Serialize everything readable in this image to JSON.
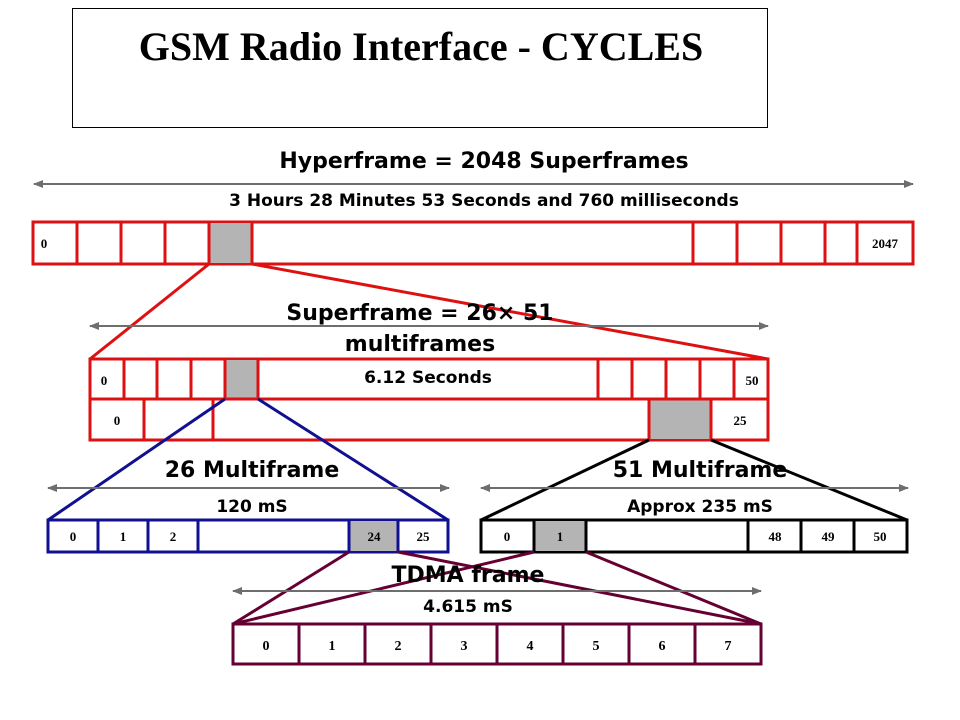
{
  "title": "GSM Radio Interface - CYCLES",
  "colors": {
    "hyperframe": "#dd1111",
    "superframe": "#dd1111",
    "multiframe26": "#101090",
    "multiframe51": "#000000",
    "tdma": "#660033",
    "highlight": "#b4b4b4"
  },
  "hyperframe": {
    "label": "Hyperframe = 2048 Superframes",
    "duration": "3 Hours 28 Minutes 53 Seconds and 760 milliseconds",
    "first": "0",
    "last": "2047"
  },
  "superframe": {
    "label_line1": "Superframe = 26× 51",
    "label_line2": "multiframes",
    "duration": "6.12 Seconds",
    "row1_first": "0",
    "row1_last": "50",
    "row2_first": "0",
    "row2_last": "25"
  },
  "multiframe26": {
    "label": "26 Multiframe",
    "duration": "120 mS",
    "cells": [
      "0",
      "1",
      "2",
      "24",
      "25"
    ]
  },
  "multiframe51": {
    "label": "51 Multiframe",
    "duration": "Approx 235 mS",
    "cells": [
      "0",
      "1",
      "48",
      "49",
      "50"
    ]
  },
  "tdma": {
    "label": "TDMA frame",
    "duration": "4.615 mS",
    "slots": [
      "0",
      "1",
      "2",
      "3",
      "4",
      "5",
      "6",
      "7"
    ]
  }
}
